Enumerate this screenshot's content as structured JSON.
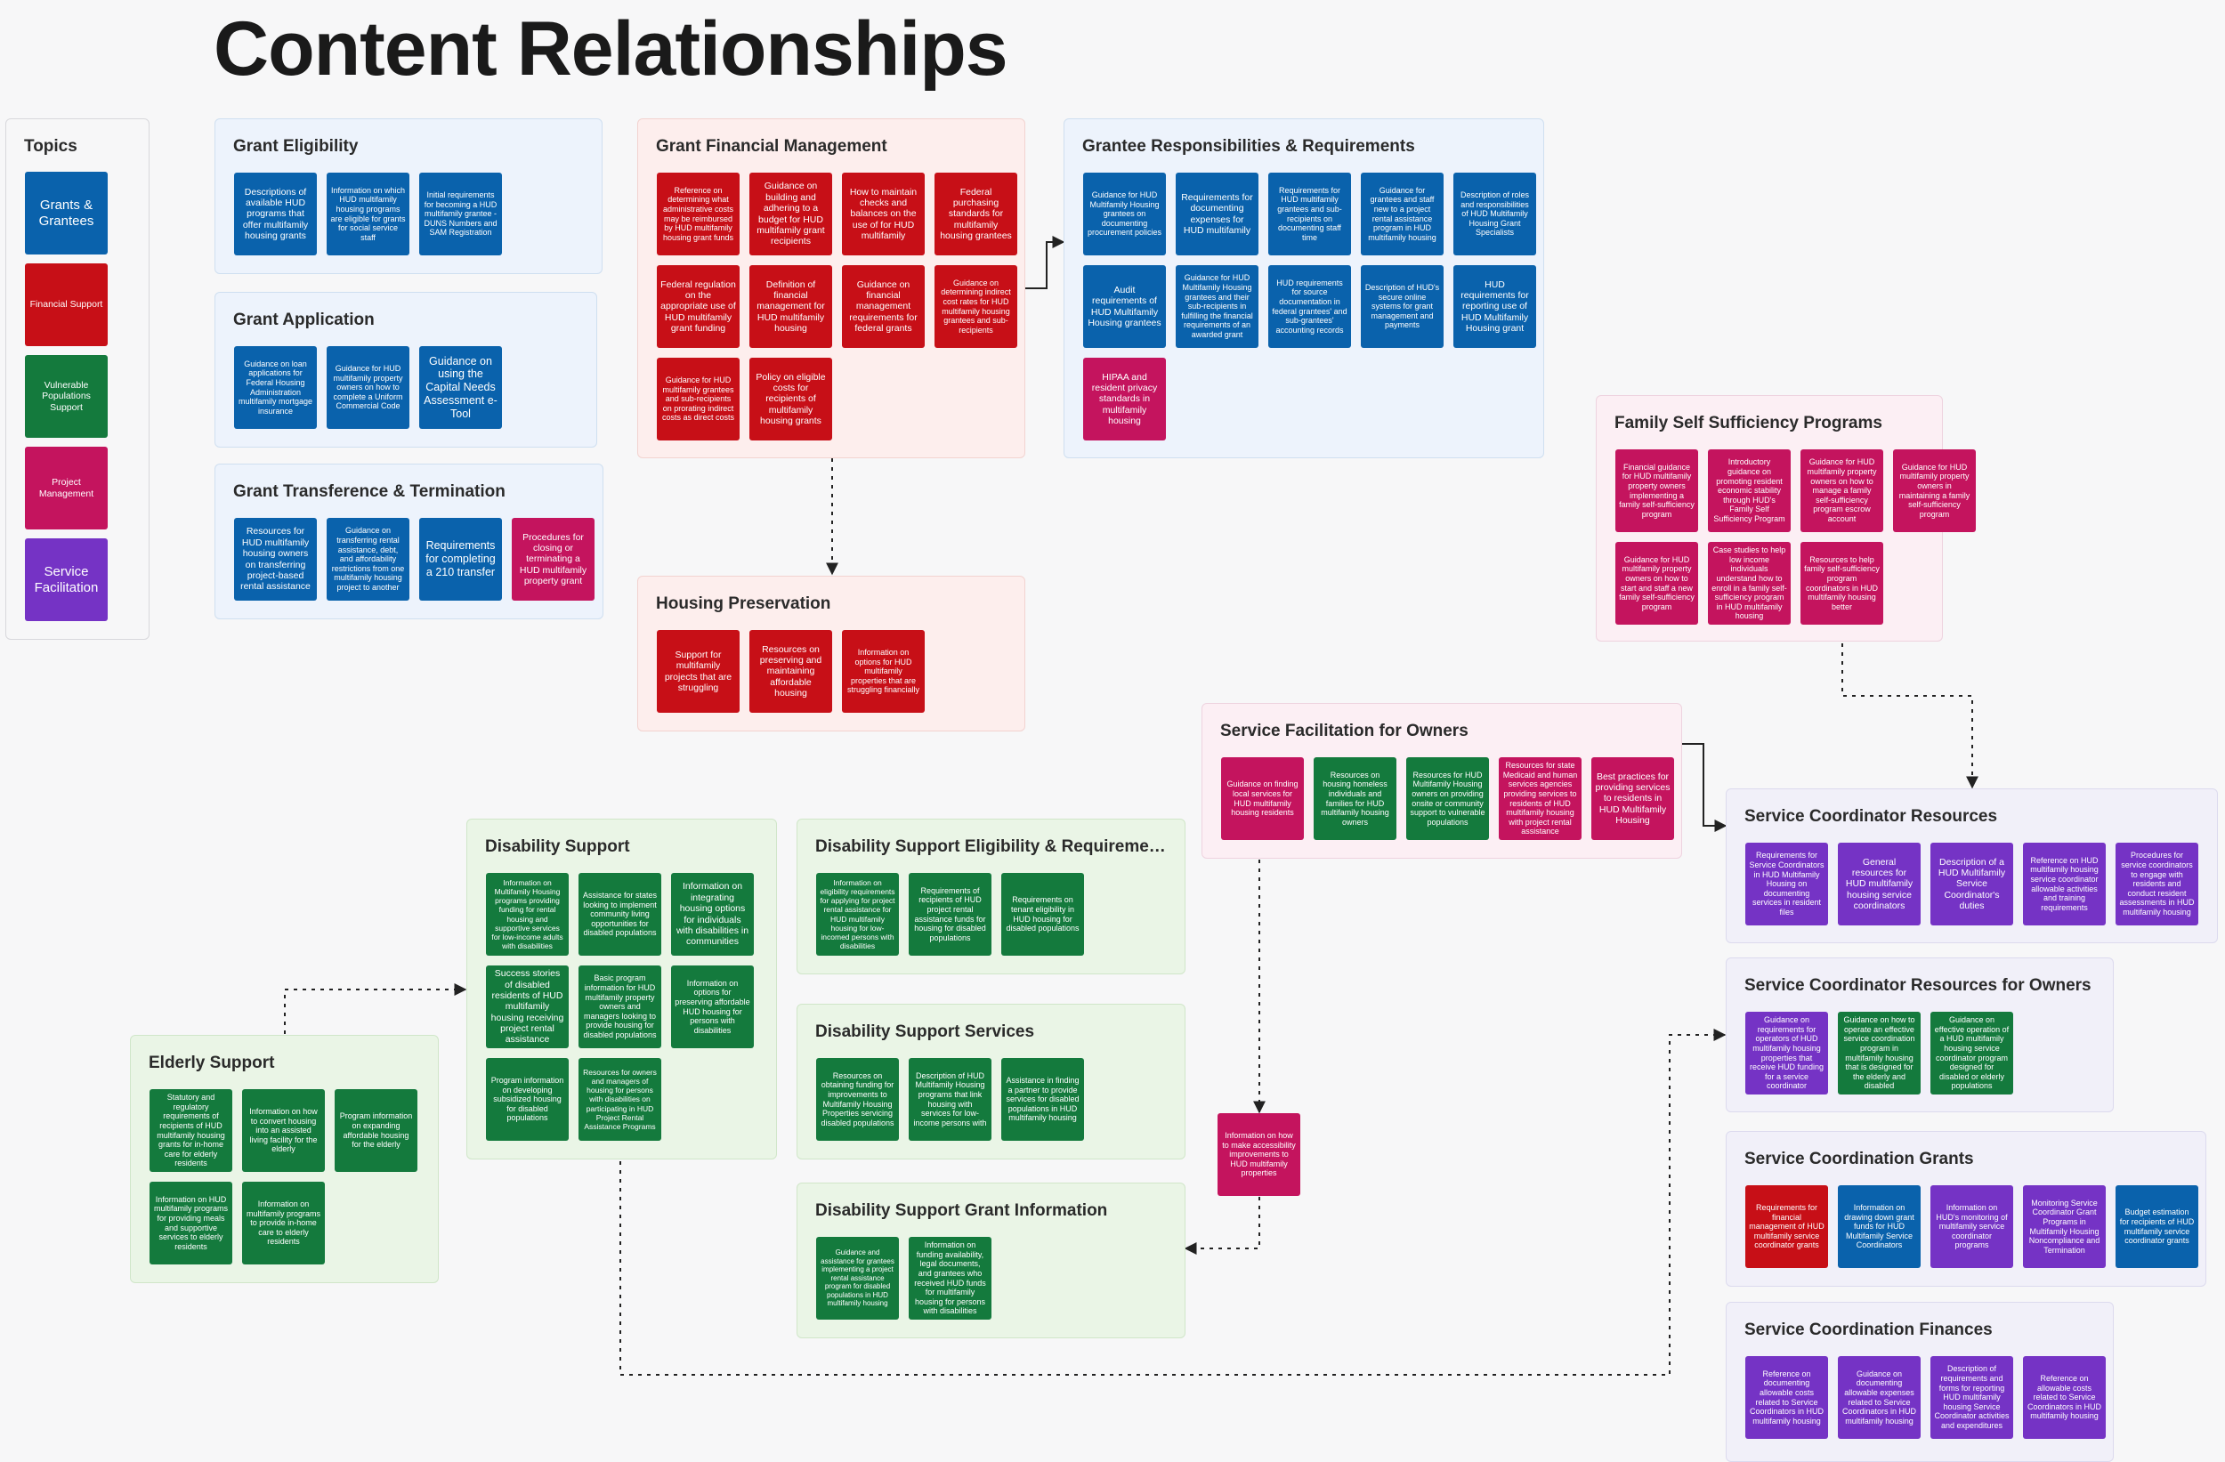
{
  "title": "Content Relationships",
  "legend": {
    "title": "Topics",
    "items": [
      {
        "label": "Grants & Grantees",
        "color": "#0a62ac"
      },
      {
        "label": "Financial Support",
        "color": "#c70f17"
      },
      {
        "label": "Vulnerable Populations Support",
        "color": "#147a3d"
      },
      {
        "label": "Project Management",
        "color": "#c4145e"
      },
      {
        "label": "Service Facilitation",
        "color": "#7533c5"
      }
    ]
  },
  "groups": {
    "grant_eligibility": {
      "title": "Grant Eligibility",
      "cards": [
        "Descriptions of available HUD programs that offer multifamily housing grants",
        "Information on which HUD multifamily housing programs are eligible for grants for social service staff",
        "Initial requirements for becoming a HUD multifamily grantee - DUNS Numbers and SAM Registration"
      ]
    },
    "grant_application": {
      "title": "Grant Application",
      "cards": [
        "Guidance on loan applications for Federal Housing Administration multifamily mortgage insurance",
        "Guidance for HUD multifamily property owners on how to complete a Uniform Commercial Code",
        "Guidance on using the Capital Needs Assessment e-Tool"
      ]
    },
    "grant_transference": {
      "title": "Grant Transference & Termination",
      "cards": [
        "Resources for HUD multifamily housing owners on transferring project-based rental assistance",
        "Guidance on transferring rental assistance, debt, and affordability restrictions from one multifamily housing project to another",
        "Requirements for completing a 210 transfer",
        "Procedures for closing or terminating a HUD multifamily property grant"
      ]
    },
    "grant_financial": {
      "title": "Grant Financial Management",
      "cards": [
        "Reference on determining what administrative costs may be reimbursed by HUD multifamily housing grant funds",
        "Guidance on building and adhering to a budget for HUD multifamily grant recipients",
        "How to maintain checks and balances on the use of for HUD multifamily",
        "Federal purchasing standards for multifamily housing grantees",
        "Federal regulation on the appropriate use of HUD multifamily grant funding",
        "Definition of financial management for HUD multifamily housing",
        "Guidance on financial management requirements for federal grants",
        "Guidance on determining indirect cost rates for HUD multifamily housing grantees and sub-recipients",
        "Guidance for HUD multifamily grantees and sub-recipients on prorating indirect costs as direct costs",
        "Policy on eligible costs for recipients of multifamily housing grants"
      ]
    },
    "grantee_resp": {
      "title": "Grantee Responsibilities & Requirements",
      "cards": [
        "Guidance for HUD Multifamily Housing grantees on documenting procurement policies",
        "Requirements for documenting expenses for HUD multifamily",
        "Requirements for HUD multifamily grantees and sub-recipients on documenting staff time",
        "Guidance for grantees and staff new to a project rental assistance program in HUD multifamily housing",
        "Description of roles and responsibilities of HUD Multifamily Housing Grant Specialists",
        "Audit requirements of HUD Multifamily Housing grantees",
        "Guidance for HUD Multifamily Housing grantees and their sub-recipients in fulfilling the financial requirements of an awarded grant",
        "HUD requirements for source documentation in federal grantees' and sub-grantees' accounting records",
        "Description of HUD's secure online systems for grant management and payments",
        "HUD requirements for reporting use of HUD Multifamily Housing grant",
        "HIPAA and resident privacy standards in multifamily housing"
      ]
    },
    "housing_preservation": {
      "title": "Housing Preservation",
      "cards": [
        "Support for multifamily projects that are struggling",
        "Resources on preserving and maintaining affordable housing",
        "Information on options for HUD multifamily properties that are struggling financially"
      ]
    },
    "family_self": {
      "title": "Family Self Sufficiency Programs",
      "cards": [
        "Financial guidance for HUD multifamily property owners implementing a family self-sufficiency program",
        "Introductory guidance on promoting resident economic stability through HUD's Family Self Sufficiency Program",
        "Guidance for HUD multifamily property owners on how to manage a family self-sufficiency program escrow account",
        "Guidance for HUD multifamily property owners in maintaining a family self-sufficiency program",
        "Guidance for HUD multifamily property owners on how to start and staff a new family self-sufficiency program",
        "Case studies to help low income individuals understand how to enroll in a family self-sufficiency program in HUD multifamily housing",
        "Resources to help family self-sufficiency program coordinators in HUD multifamily housing better"
      ]
    },
    "service_fac_owners": {
      "title": "Service Facilitation for Owners",
      "cards": [
        "Guidance on finding local services for HUD multifamily housing residents",
        "Resources on housing homeless individuals and families for HUD multifamily housing owners",
        "Resources for HUD Multifamily Housing owners on providing onsite or community support to vulnerable populations",
        "Resources for state Medicaid and human services agencies providing services to residents of HUD multifamily housing with project rental assistance",
        "Best practices for providing services to residents in HUD Multifamily Housing"
      ]
    },
    "disability_support": {
      "title": "Disability Support",
      "cards": [
        "Information on Multifamily Housing programs providing funding for rental housing and supportive services for low-income adults with disabilities",
        "Assistance for states looking to implement community living opportunities for disabled populations",
        "Information on integrating housing options for individuals with disabilities in communities",
        "Success stories of disabled residents of HUD multifamily housing receiving project rental assistance",
        "Basic program information for HUD multifamily property owners and managers looking to provide housing for disabled populations",
        "Information on options for preserving affordable HUD housing for persons with disabilities",
        "Program information on developing subsidized housing for disabled populations",
        "Resources for owners and managers of housing for persons with disabilities on participating in HUD Project Rental Assistance Programs"
      ]
    },
    "disability_elig": {
      "title": "Disability Support Eligibility & Requirements",
      "cards": [
        "Information on eligibility requirements for applying for project rental assistance for HUD multifamily housing for low-incomed persons with disabilities",
        "Requirements of recipients of HUD project rental assistance funds for housing for disabled populations",
        "Requirements on tenant eligibility in HUD housing for disabled populations"
      ]
    },
    "disability_services": {
      "title": "Disability Support Services",
      "cards": [
        "Resources on obtaining funding for improvements to Multifamily Housing Properties servicing disabled populations",
        "Description of HUD Multifamily Housing programs that link housing with services for low-income persons with",
        "Assistance in finding a partner to provide services for disabled populations in HUD multifamily housing"
      ]
    },
    "disability_grant": {
      "title": "Disability Support Grant Information",
      "cards": [
        "Guidance and assistance for grantees implementing a project rental assistance program for disabled populations in HUD multifamily housing",
        "Information on funding availability, legal documents, and grantees who received HUD funds for multifamily housing for persons with disabilities"
      ]
    },
    "elderly_support": {
      "title": "Elderly Support",
      "cards": [
        "Statutory and regulatory requirements of recipients of HUD multifamily housing grants for in-home care for elderly residents",
        "Information on how to convert housing into an assisted living facility for the elderly",
        "Program information on expanding affordable housing for the elderly",
        "Information on HUD multifamily programs for providing meals and supportive services to elderly residents",
        "Information on multifamily programs to provide in-home care to elderly residents"
      ]
    },
    "service_coord": {
      "title": "Service Coordinator Resources",
      "cards": [
        "Requirements for Service Coordinators in HUD Multifamily Housing on documenting services in resident files",
        "General resources for HUD multifamily housing service coordinators",
        "Description of a HUD Multifamily Service Coordinator's duties",
        "Reference on HUD multifamily housing service coordinator allowable activities and training requirements",
        "Procedures for service coordinators to engage with residents and conduct resident assessments in HUD multifamily housing"
      ]
    },
    "service_coord_owners": {
      "title": "Service Coordinator Resources for Owners",
      "cards": [
        "Guidance on requirements for operators of HUD multifamily housing properties that receive HUD funding for a service coordinator",
        "Guidance on how to operate an effective service coordination program in multifamily housing that is designed for the elderly and disabled",
        "Guidance on effective operation of a HUD multifamily housing service coordinator program designed for disabled or elderly populations"
      ]
    },
    "service_grants": {
      "title": "Service Coordination Grants",
      "cards": [
        "Requirements for financial management of HUD multifamily service coordinator grants",
        "Information on drawing down grant funds for HUD Multifamily Service Coordinators",
        "Information on HUD's monitoring of multifamily service coordinator programs",
        "Monitoring Service Coordinator Grant Programs in Multifamily Housing Noncompliance and Termination",
        "Budget estimation for recipients of HUD multifamily service coordinator grants"
      ]
    },
    "service_finances": {
      "title": "Service Coordination Finances",
      "cards": [
        "Reference on documenting allowable costs related to Service Coordinators in HUD multifamily housing",
        "Guidance on documenting allowable expenses related to Service Coordinators in HUD multifamily housing",
        "Description of requirements and forms for reporting HUD multifamily housing Service Coordinator activities and expenditures",
        "Reference on allowable costs related to Service Coordinators in HUD multifamily housing"
      ]
    },
    "standalone": {
      "cards": [
        "Information on how to make accessibility improvements to HUD multifamily properties"
      ]
    }
  }
}
